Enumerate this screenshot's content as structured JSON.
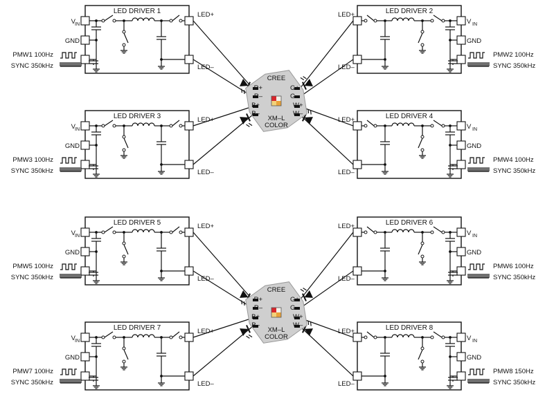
{
  "drivers": [
    {
      "title": "LED DRIVER 1",
      "side": "left",
      "vin": "V",
      "vin_sub": "IN",
      "gnd": "GND",
      "pwm": "PMW1 100Hz",
      "sync": "SYNC 350kHz",
      "led_plus": "LED+",
      "led_minus": "LED–"
    },
    {
      "title": "LED DRIVER 2",
      "side": "right",
      "vin": "V",
      "vin_sub": "IN",
      "gnd": "GND",
      "pwm": "PMW2 100Hz",
      "sync": "SYNC 350kHz",
      "led_plus": "LED+",
      "led_minus": "LED–"
    },
    {
      "title": "LED DRIVER 3",
      "side": "left",
      "vin": "V",
      "vin_sub": "IN",
      "gnd": "GND",
      "pwm": "PMW3 100Hz",
      "sync": "SYNC 350kHz",
      "led_plus": "LED+",
      "led_minus": "LED–"
    },
    {
      "title": "LED DRIVER 4",
      "side": "right",
      "vin": "V",
      "vin_sub": "IN",
      "gnd": "GND",
      "pwm": "PMW4 100Hz",
      "sync": "SYNC 350kHz",
      "led_plus": "LED+",
      "led_minus": "LED–"
    },
    {
      "title": "LED DRIVER 5",
      "side": "left",
      "vin": "V",
      "vin_sub": "IN",
      "gnd": "GND",
      "pwm": "PMW5 100Hz",
      "sync": "SYNC 350kHz",
      "led_plus": "LED+",
      "led_minus": "LED–"
    },
    {
      "title": "LED DRIVER 6",
      "side": "right",
      "vin": "V",
      "vin_sub": "IN",
      "gnd": "GND",
      "pwm": "PMW6 100Hz",
      "sync": "SYNC 350kHz",
      "led_plus": "LED+",
      "led_minus": "LED–"
    },
    {
      "title": "LED DRIVER 7",
      "side": "left",
      "vin": "V",
      "vin_sub": "IN",
      "gnd": "GND",
      "pwm": "PMW7 100Hz",
      "sync": "SYNC 350kHz",
      "led_plus": "LED+",
      "led_minus": "LED–"
    },
    {
      "title": "LED DRIVER 8",
      "side": "right",
      "vin": "V",
      "vin_sub": "IN",
      "gnd": "GND",
      "pwm": "PMW8 150Hz",
      "sync": "SYNC 350kHz",
      "led_plus": "LED+",
      "led_minus": "LED–"
    }
  ],
  "led_packages": [
    {
      "brand": "CREE",
      "model_line1": "XM–L",
      "model_line2": "COLOR",
      "pins": [
        "R+",
        "R–",
        "B+",
        "B–",
        "G+",
        "G–",
        "W+",
        "W–"
      ]
    },
    {
      "brand": "CREE",
      "model_line1": "XM–L",
      "model_line2": "COLOR",
      "pins": [
        "R+",
        "R–",
        "B+",
        "B–",
        "G+",
        "G–",
        "W+",
        "W–"
      ]
    }
  ],
  "colors": {
    "ink": "#111111",
    "package_fill": "#cfcfcf",
    "led_red": "#d8262c",
    "led_yellow": "#f3d27a",
    "led_amber": "#e9a23b",
    "led_white": "#f4f1e8"
  }
}
